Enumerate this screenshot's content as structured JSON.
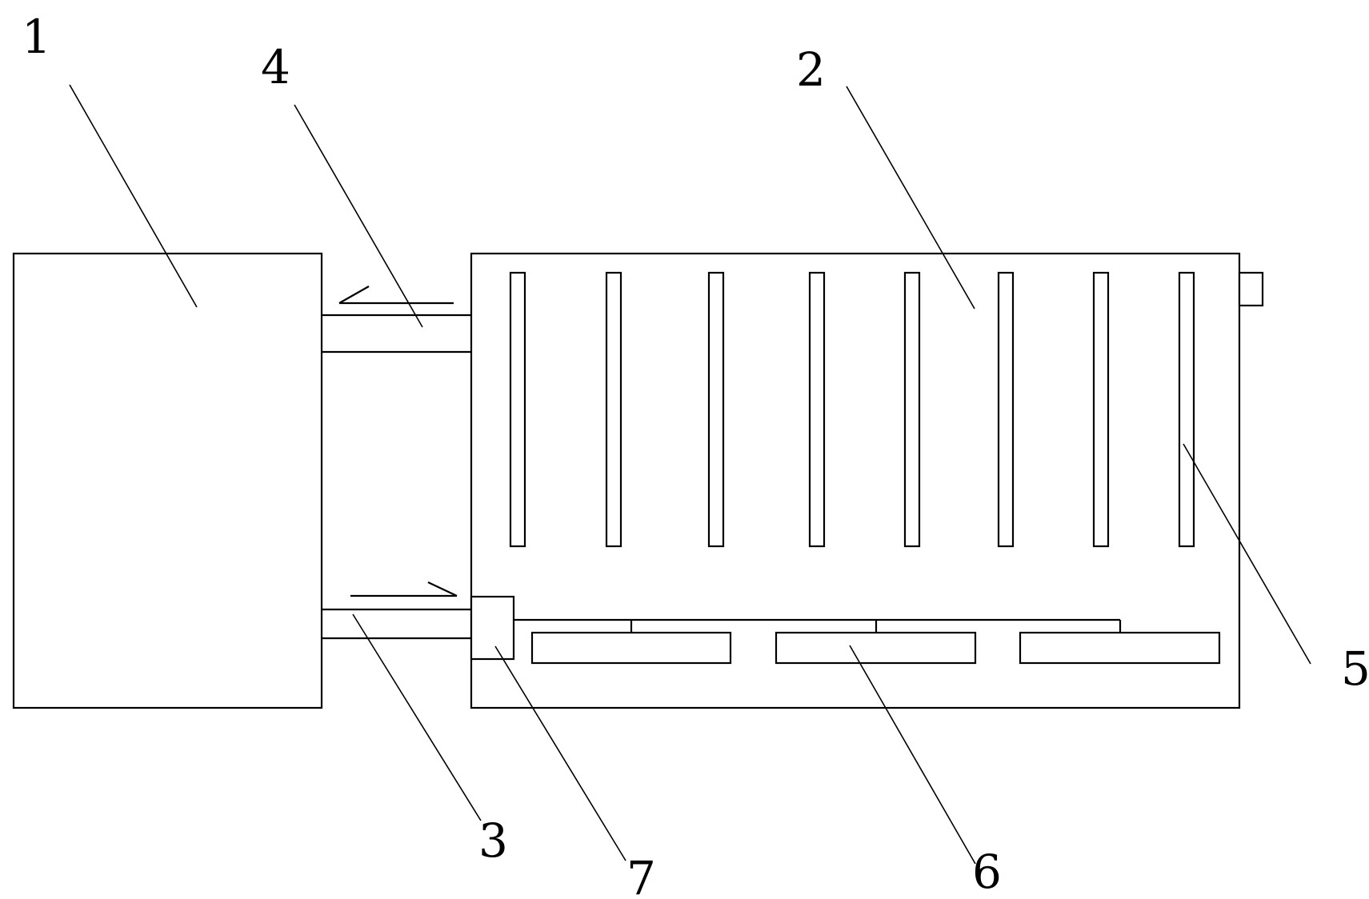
{
  "labels": {
    "unit_1": "1",
    "unit_2": "2",
    "unit_3": "3",
    "unit_4": "4",
    "unit_5": "5",
    "unit_6": "6",
    "unit_7": "7"
  },
  "colors": {
    "line": "#000000",
    "background": "#ffffff"
  }
}
